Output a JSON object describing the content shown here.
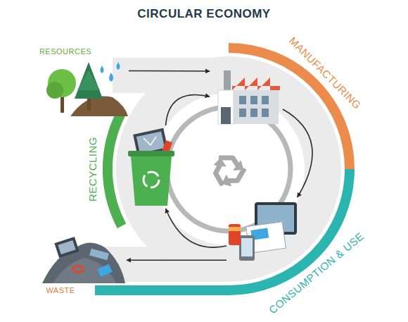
{
  "diagram": {
    "title": "CIRCULAR ECONOMY",
    "nodes": [
      {
        "text": [
          "RESOURCES"
        ]
      },
      {
        "text": [
          "MANUFACTURING"
        ]
      },
      {
        "text": [
          "CONSUMPTION & USE"
        ]
      },
      {
        "text": [
          "RECYCLING"
        ]
      },
      {
        "text": [
          "WASTE"
        ]
      }
    ],
    "edges": [
      {
        "from": 0,
        "to": 1,
        "arrow": "to"
      },
      {
        "from": 1,
        "to": 2,
        "arrow": "to"
      },
      {
        "from": 2,
        "to": 3,
        "arrow": "to"
      },
      {
        "from": 3,
        "to": 1,
        "arrow": "to"
      },
      {
        "from": 2,
        "to": 4,
        "arrow": "to"
      }
    ]
  }
}
